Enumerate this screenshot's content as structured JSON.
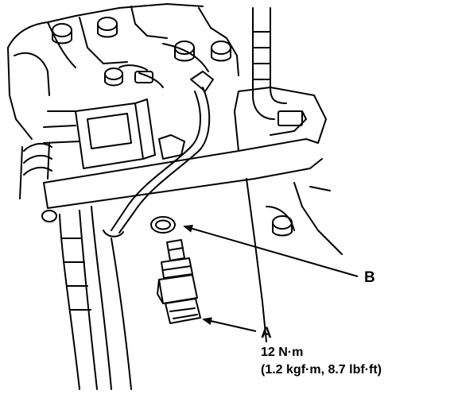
{
  "diagram": {
    "callouts": {
      "a": "A",
      "b": "B"
    },
    "torque_spec": {
      "line1": "12 N·m",
      "line2": "(1.2 kgf·m, 8.7 lbf·ft)"
    },
    "colors": {
      "ink": "#000000",
      "paper": "#ffffff"
    }
  }
}
